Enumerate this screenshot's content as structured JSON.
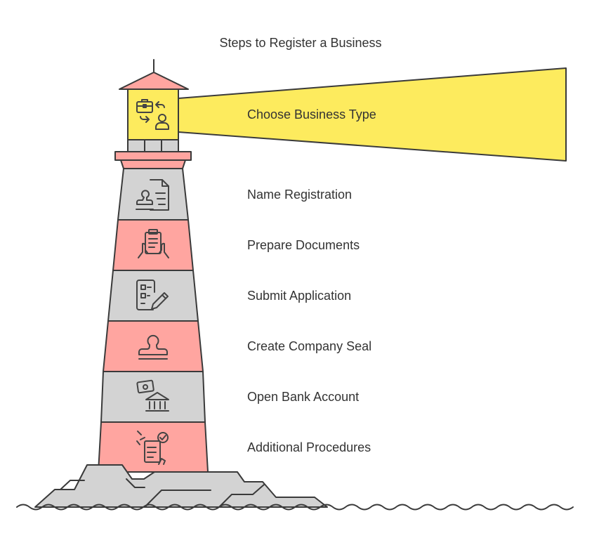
{
  "title": "Steps to Register a Business",
  "colors": {
    "beam": "#FDEB5E",
    "lantern": "#FDEB5E",
    "band_red": "#FFA5A0",
    "band_gray": "#D3D3D3",
    "rock": "#D3D3D3",
    "stroke": "#3A3A3A"
  },
  "steps": [
    {
      "label": "Choose Business Type",
      "icon": "briefcase-person-swap-icon"
    },
    {
      "label": "Name Registration",
      "icon": "stamp-document-icon"
    },
    {
      "label": "Prepare Documents",
      "icon": "clipboard-hands-icon"
    },
    {
      "label": "Submit Application",
      "icon": "form-pencil-icon"
    },
    {
      "label": "Create Company Seal",
      "icon": "stamp-icon"
    },
    {
      "label": "Open Bank Account",
      "icon": "money-bank-icon"
    },
    {
      "label": "Additional Procedures",
      "icon": "checklist-hand-icon"
    }
  ]
}
